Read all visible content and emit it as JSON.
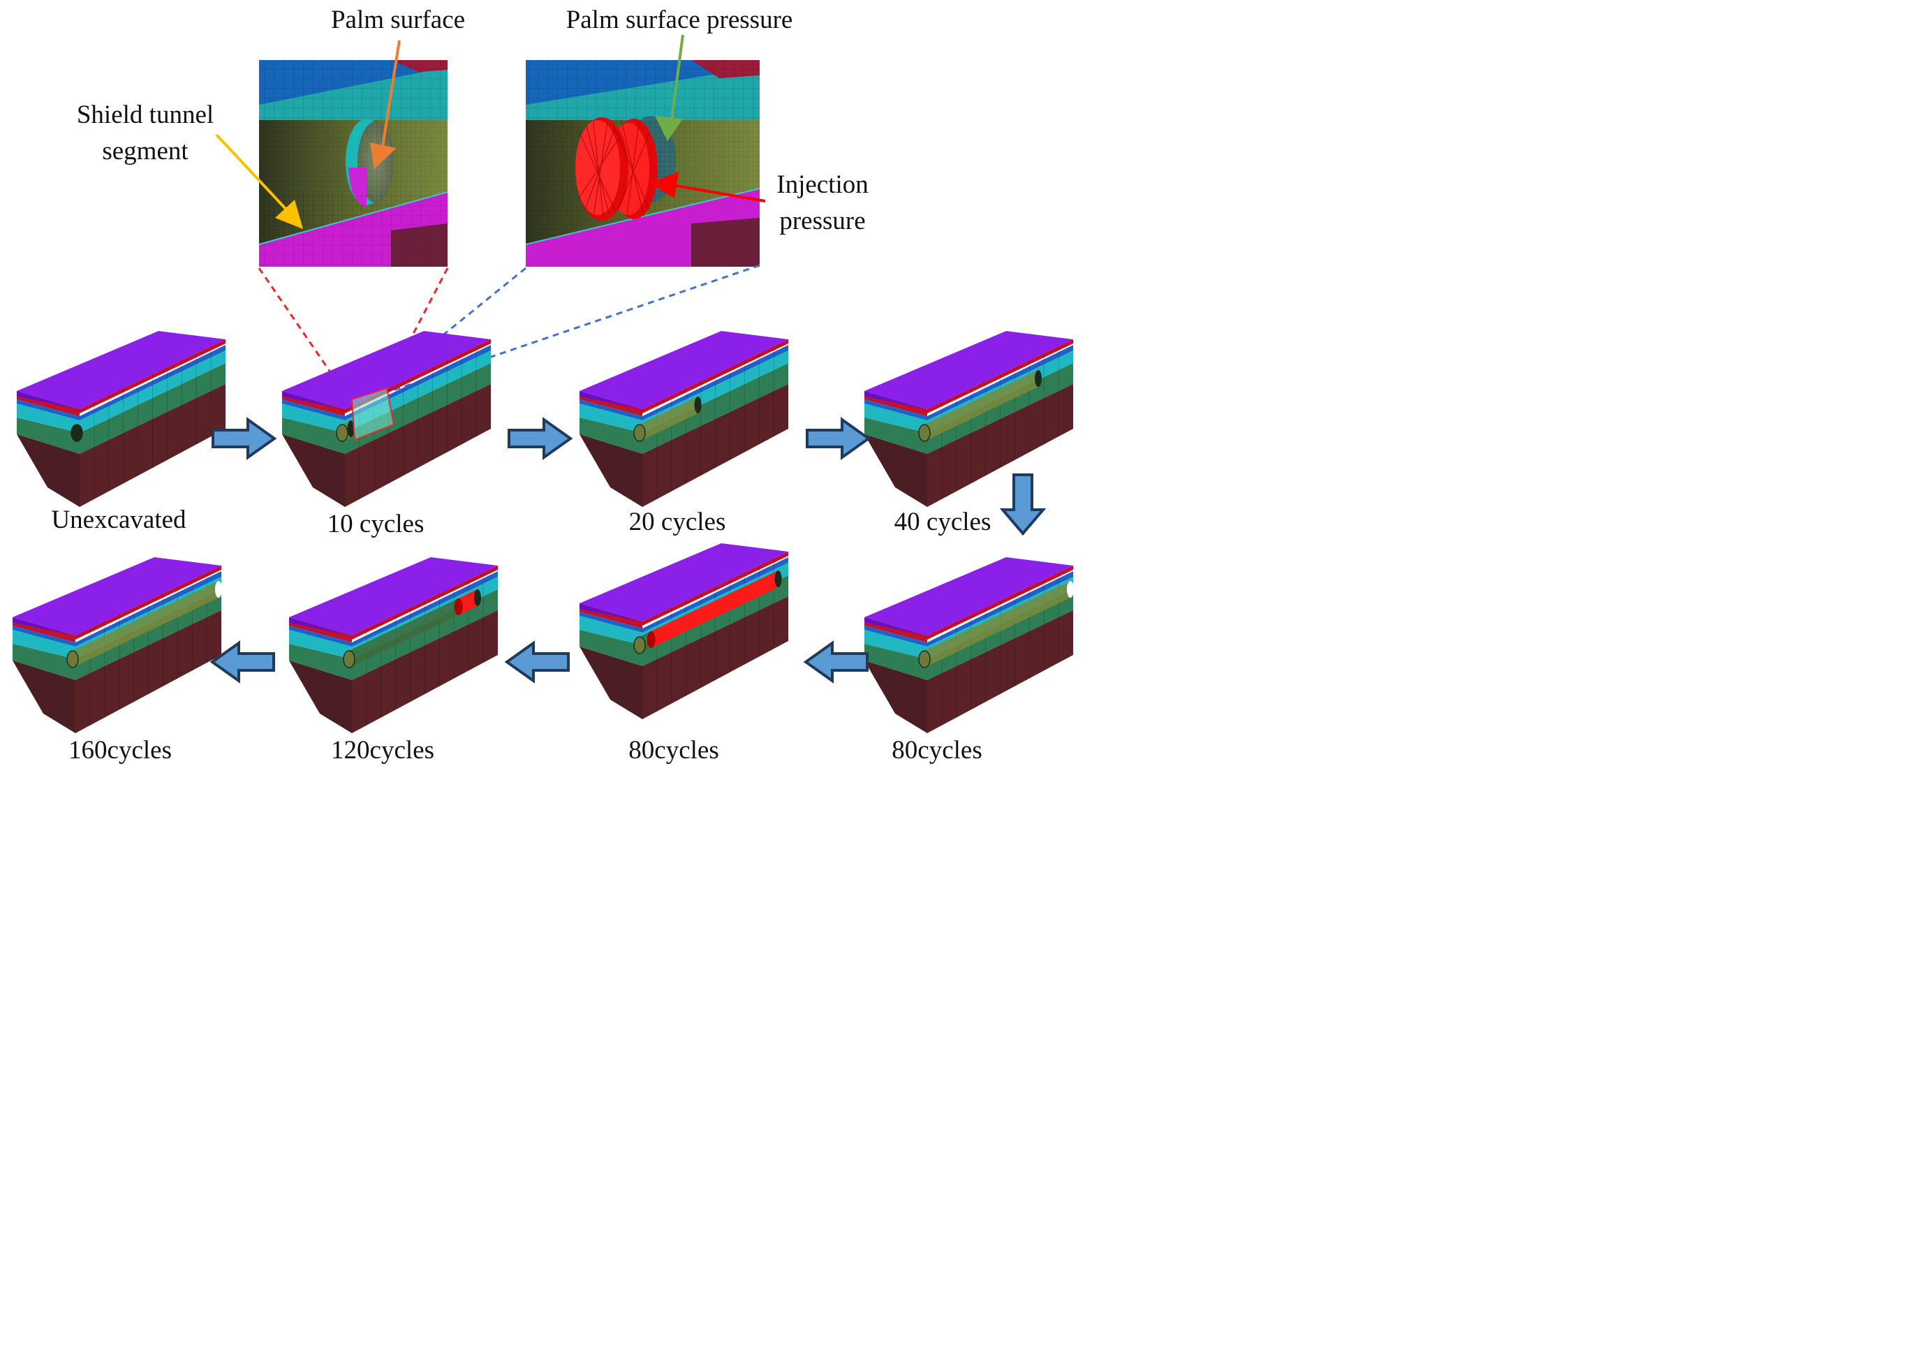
{
  "callouts": {
    "palm_surface": "Palm surface",
    "palm_surface_pressure": "Palm surface pressure",
    "shield_tunnel_segment_line1": "Shield tunnel",
    "shield_tunnel_segment_line2": "segment",
    "injection_pressure_line1": "Injection",
    "injection_pressure_line2": "pressure"
  },
  "stages": {
    "row1": [
      "Unexcavated",
      "10 cycles",
      "20 cycles",
      "40 cycles"
    ],
    "row2": [
      "160cycles",
      "120cycles",
      "80cycles",
      "80cycles"
    ]
  },
  "tunnel_progress": {
    "row1": [
      0.0,
      0.06,
      0.4,
      0.78
    ],
    "row2": [
      1.0,
      0.88,
      0.95,
      1.0
    ]
  },
  "colors": {
    "top_layer": "#8B20E8",
    "red_layer": "#C0102A",
    "blue_layer": "#1E62C8",
    "cyan_layer": "#1FB8C2",
    "green_layer": "#2E7D55",
    "soil_layer": "#4A1E22",
    "lining": "#6F7A3A",
    "pressure_red": "#FF1A1A",
    "segment_magenta": "#C81ECF",
    "flow_arrow": "#5B9BD5",
    "flow_arrow_border": "#1F3A5A",
    "arrow_orange": "#ED7D31",
    "arrow_yellow": "#FFC000",
    "arrow_green": "#70AD47",
    "arrow_red": "#FF0000",
    "dash_red": "#E8282C",
    "dash_blue": "#4472C4"
  }
}
